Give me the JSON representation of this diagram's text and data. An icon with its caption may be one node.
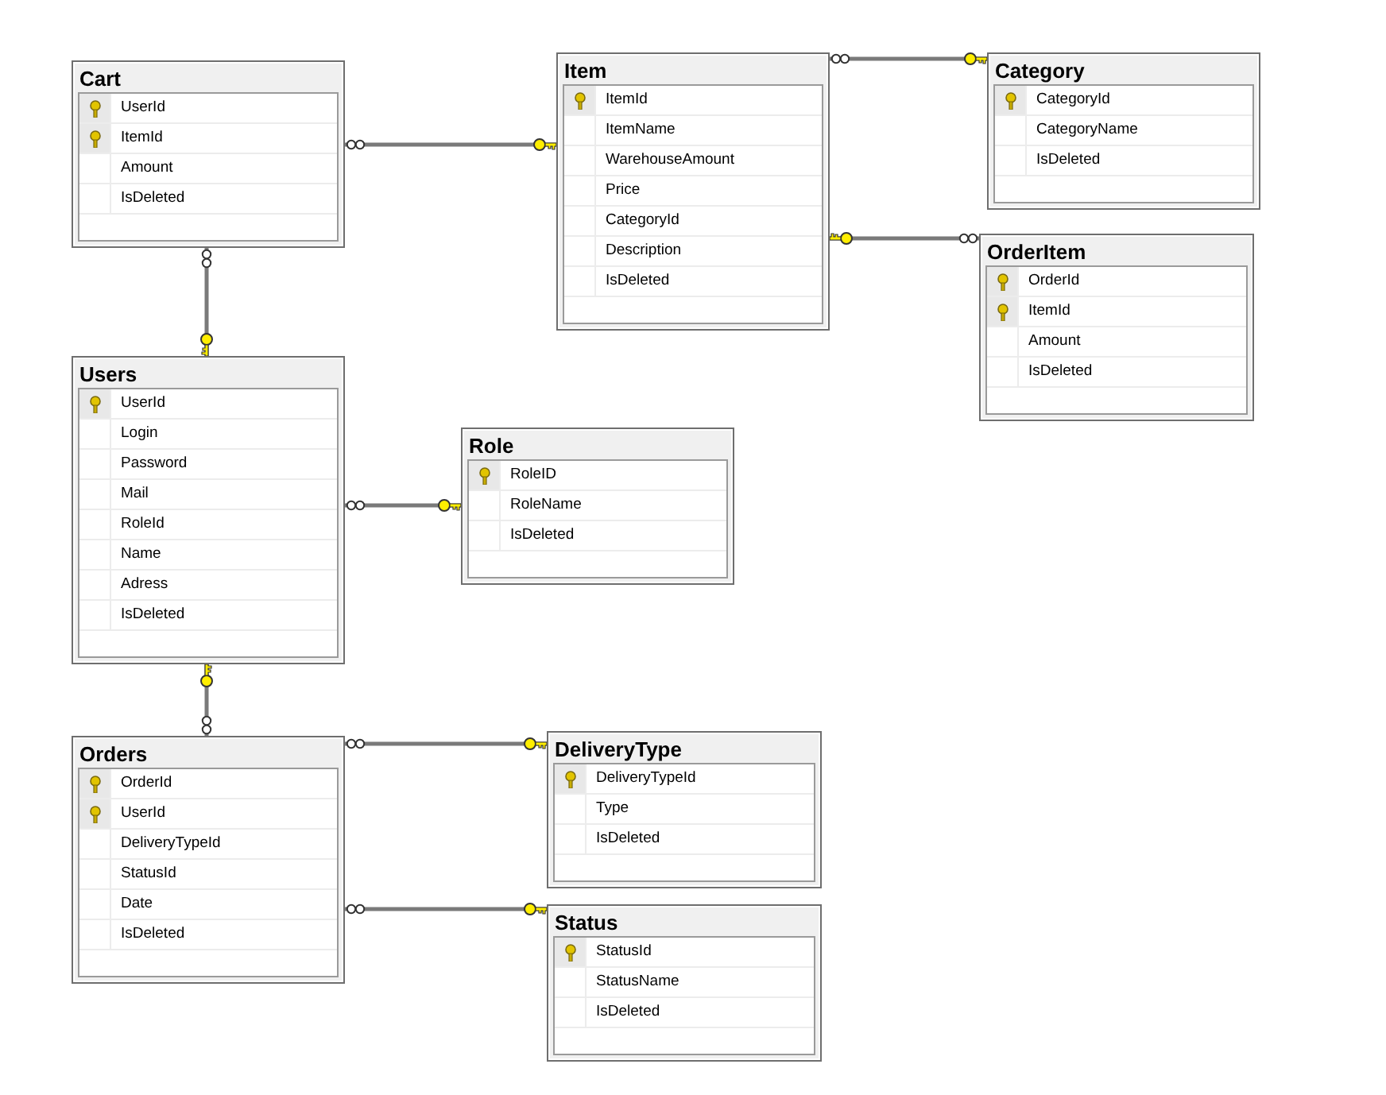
{
  "diagram": {
    "nodes": [
      {
        "text": [
          "Cart",
          "UserId",
          "ItemId",
          "Amount",
          "IsDeleted"
        ]
      },
      {
        "text": [
          "Item",
          "ItemId",
          "ItemName",
          "WarehouseAmount",
          "Price",
          "CategoryId",
          "Description",
          "IsDeleted"
        ]
      },
      {
        "text": [
          "Category",
          "CategoryId",
          "CategoryName",
          "IsDeleted"
        ]
      },
      {
        "text": [
          "OrderItem",
          "OrderId",
          "ItemId",
          "Amount",
          "IsDeleted"
        ]
      },
      {
        "text": [
          "Users",
          "UserId",
          "Login",
          "Password",
          "Mail",
          "RoleId",
          "Name",
          "Adress",
          "IsDeleted"
        ]
      },
      {
        "text": [
          "Role",
          "RoleID",
          "RoleName",
          "IsDeleted"
        ]
      },
      {
        "text": [
          "Orders",
          "OrderId",
          "UserId",
          "DeliveryTypeId",
          "StatusId",
          "Date",
          "IsDeleted"
        ]
      },
      {
        "text": [
          "DeliveryType",
          "DeliveryTypeId",
          "Type",
          "IsDeleted"
        ]
      },
      {
        "text": [
          "Status",
          "StatusId",
          "StatusName",
          "IsDeleted"
        ]
      }
    ],
    "edges": [
      {
        "from": 0,
        "to": 1,
        "arrow": "other"
      },
      {
        "from": 1,
        "to": 2,
        "arrow": "other"
      },
      {
        "from": 3,
        "to": 1,
        "arrow": "other"
      },
      {
        "from": 0,
        "to": 4,
        "arrow": "other"
      },
      {
        "from": 4,
        "to": 5,
        "arrow": "other"
      },
      {
        "from": 6,
        "to": 4,
        "arrow": "other"
      },
      {
        "from": 6,
        "to": 7,
        "arrow": "other"
      },
      {
        "from": 6,
        "to": 8,
        "arrow": "other"
      }
    ]
  }
}
